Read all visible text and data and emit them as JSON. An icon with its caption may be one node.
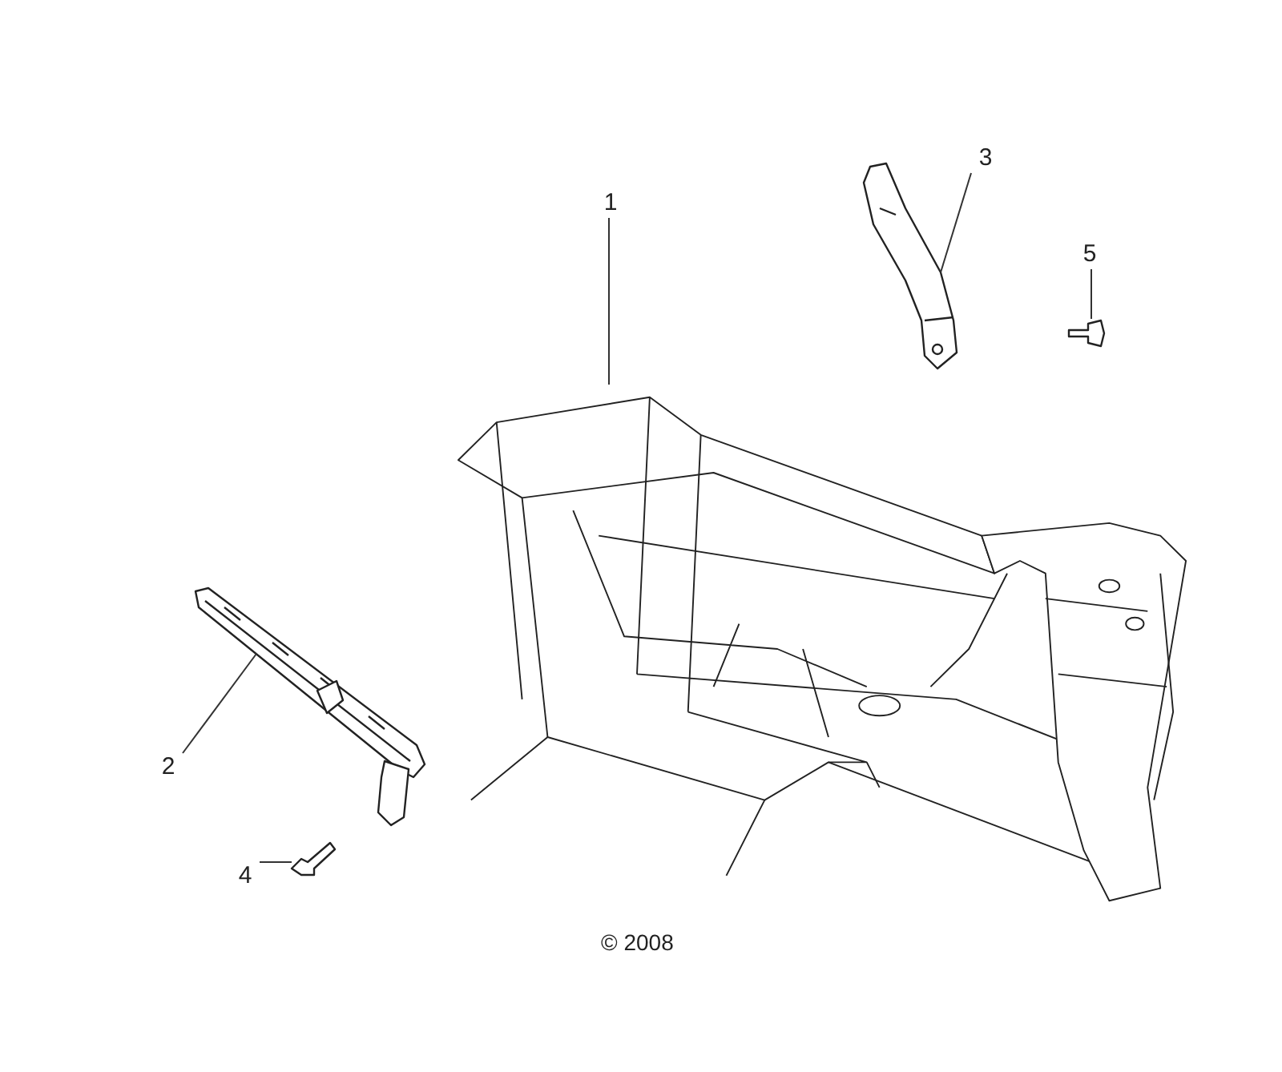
{
  "diagram": {
    "nodes": [
      {
        "text": [
          "1"
        ]
      },
      {
        "text": [],
        "shape": "picture"
      },
      {
        "text": [
          "3"
        ]
      },
      {
        "text": [],
        "shape": "picture"
      },
      {
        "text": [
          "5"
        ]
      },
      {
        "text": [],
        "shape": "picture"
      },
      {
        "text": [
          "2"
        ]
      },
      {
        "text": [],
        "shape": "picture"
      },
      {
        "text": [
          "4"
        ]
      },
      {
        "text": [],
        "shape": "picture"
      }
    ],
    "edges": [
      {
        "from": 0,
        "to": 1,
        "arrow": "none"
      },
      {
        "from": 2,
        "to": 3,
        "arrow": "none"
      },
      {
        "from": 4,
        "to": 5,
        "arrow": "none"
      },
      {
        "from": 6,
        "to": 7,
        "arrow": "none"
      },
      {
        "from": 8,
        "to": 9,
        "arrow": "none"
      }
    ],
    "labels": [
      "© 2008"
    ]
  }
}
